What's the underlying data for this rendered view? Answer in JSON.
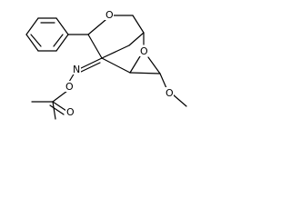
{
  "structure": {
    "atoms": {
      "o_ring_top": "O",
      "o_ring_right": "O",
      "o_methoxy": "O",
      "n_oxime": "N",
      "o_oxime": "O",
      "o_carbonyl": "O"
    },
    "bond_color": "#000000",
    "background": "#ffffff"
  }
}
